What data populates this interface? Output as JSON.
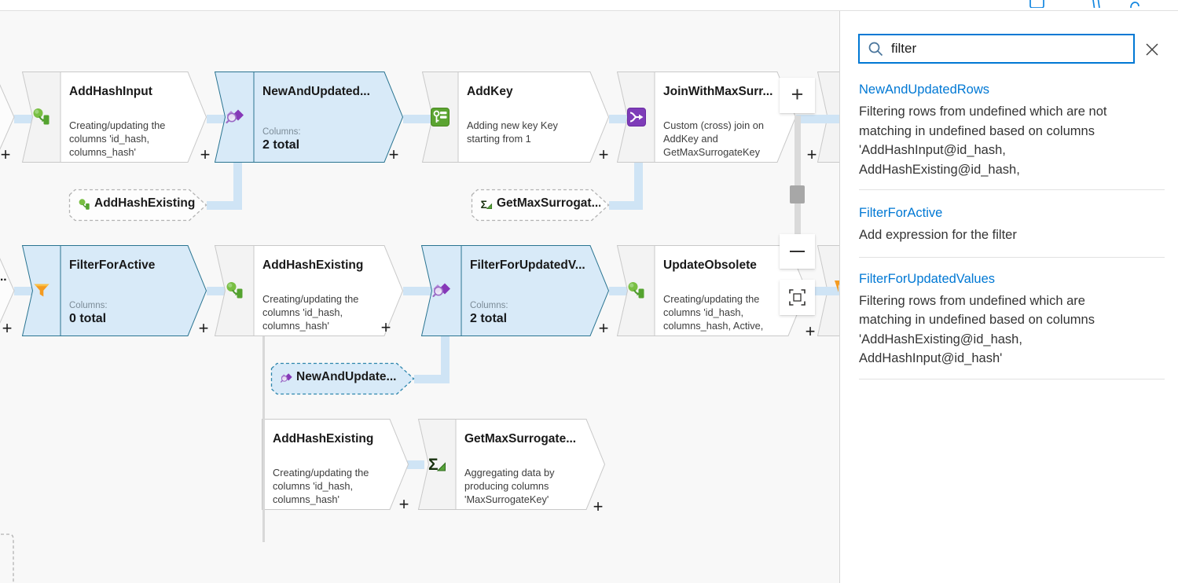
{
  "topbar": {
    "icons": [
      "clipped-icon-1",
      "clipped-icon-2",
      "clipped-icon-3"
    ]
  },
  "canvas": {
    "plus_label": "+",
    "sigma": "Σ",
    "upstream_truncated": "..",
    "zoom": {
      "plus": "+"
    },
    "nodes": [
      {
        "title": "AddHashInput",
        "desc": "Creating/updating the columns 'id_hash, columns_hash'",
        "icon": "derived-column-icon"
      },
      {
        "title": "NewAndUpdated...",
        "icon": "exists-icon",
        "columns_label": "Columns:",
        "columns_total": "2 total",
        "selected": true
      },
      {
        "title": "AddKey",
        "desc": "Adding new key Key starting from 1",
        "icon": "surrogate-key-icon"
      },
      {
        "title": "JoinWithMaxSurr...",
        "desc": "Custom (cross) join on AddKey and GetMaxSurrogateKey",
        "icon": "join-icon"
      },
      {
        "title": "FilterForActive",
        "icon": "filter-icon",
        "columns_label": "Columns:",
        "columns_total": "0 total",
        "selected": true
      },
      {
        "title": "AddHashExisting",
        "desc": "Creating/updating the columns 'id_hash, columns_hash'",
        "icon": "derived-column-icon"
      },
      {
        "title": "FilterForUpdatedV...",
        "icon": "exists-icon",
        "columns_label": "Columns:",
        "columns_total": "2 total",
        "selected": true
      },
      {
        "title": "UpdateObsolete",
        "desc": "Creating/updating the columns 'id_hash, columns_hash, Active, ActiveEndTime'",
        "icon": "derived-column-icon"
      },
      {
        "title": "AddHashExisting",
        "desc": "Creating/updating the columns 'id_hash, columns_hash'",
        "icon": "none"
      },
      {
        "title": "GetMaxSurrogate...",
        "desc": "Aggregating data by producing columns 'MaxSurrogateKey'",
        "icon": "aggregate-icon"
      }
    ],
    "refs": [
      {
        "label": "AddHashExisting",
        "icon": "derived-column-icon"
      },
      {
        "label": "GetMaxSurrogat...",
        "icon": "aggregate-icon"
      },
      {
        "label": "NewAndUpdate...",
        "icon": "exists-icon",
        "selected": true
      }
    ]
  },
  "search_panel": {
    "input_value": "filter",
    "results": [
      {
        "name": "NewAndUpdatedRows",
        "description": "Filtering rows from undefined which are not matching in undefined based on columns 'AddHashInput@id_hash, AddHashExisting@id_hash,"
      },
      {
        "name": "FilterForActive",
        "description": "Add expression for the filter"
      },
      {
        "name": "FilterForUpdatedValues",
        "description": "Filtering rows from undefined which are matching in undefined based on columns 'AddHashExisting@id_hash, AddHashInput@id_hash'"
      }
    ]
  },
  "colors": {
    "accent": "#0078d4",
    "selected_fill": "#d8eaf8",
    "selected_border": "#2a7491",
    "connector": "#cfe4f5",
    "link": "#0078d4"
  }
}
